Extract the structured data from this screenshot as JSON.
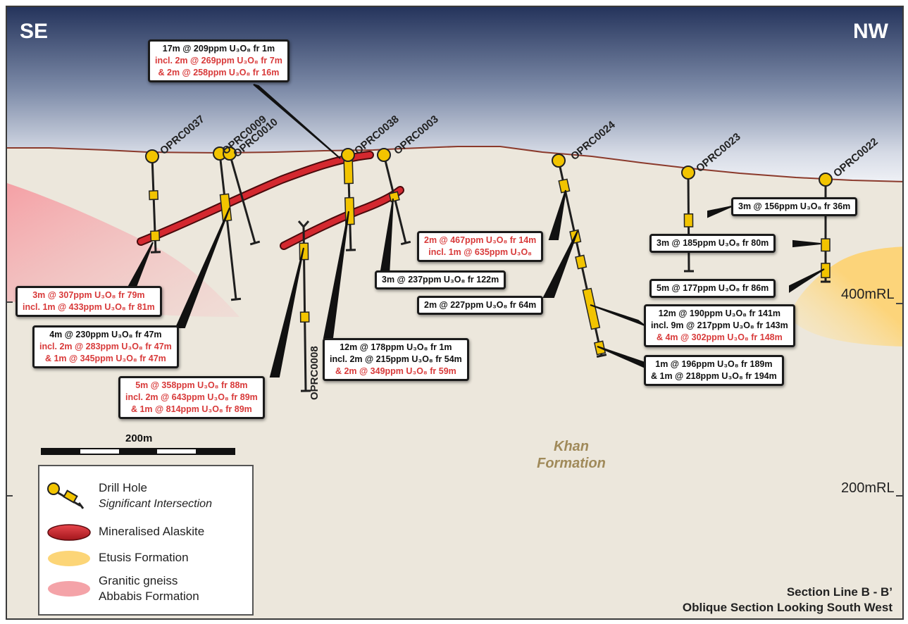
{
  "orientation": {
    "left": "SE",
    "right": "NW"
  },
  "levels": {
    "upper": "400mRL",
    "lower": "200mRL"
  },
  "formation_label": [
    "Khan",
    "Formation"
  ],
  "drill_holes": [
    "OPRC0037",
    "OPRC0009",
    "OPRC0010",
    "OPRC0038",
    "OPRC0003",
    "OPRC0008",
    "OPRC0024",
    "OPRC0023",
    "OPRC0022"
  ],
  "intersections": [
    {
      "lines": [
        {
          "t": "17m @ 209ppm U₃O₈ fr 1m",
          "c": "black"
        },
        {
          "t": "incl. 2m @ 269ppm U₃O₈ fr 7m",
          "c": "red"
        },
        {
          "t": "& 2m @ 258ppm U₃O₈ fr 16m",
          "c": "red"
        }
      ]
    },
    {
      "lines": [
        {
          "t": "3m @ 307ppm U₃O₈ fr 79m",
          "c": "red"
        },
        {
          "t": "incl. 1m @ 433ppm U₃O₈ fr 81m",
          "c": "red"
        }
      ]
    },
    {
      "lines": [
        {
          "t": "4m @ 230ppm U₃O₈ fr 47m",
          "c": "black"
        },
        {
          "t": "incl. 2m @ 283ppm U₃O₈ fr 47m",
          "c": "red"
        },
        {
          "t": "& 1m @ 345ppm U₃O₈ fr 47m",
          "c": "red"
        }
      ]
    },
    {
      "lines": [
        {
          "t": "5m @ 358ppm U₃O₈ fr 88m",
          "c": "red"
        },
        {
          "t": "incl. 2m @ 643ppm U₃O₈ fr 89m",
          "c": "red"
        },
        {
          "t": "& 1m @ 814ppm U₃O₈ fr 89m",
          "c": "red"
        }
      ]
    },
    {
      "lines": [
        {
          "t": "12m @ 178ppm U₃O₈ fr 1m",
          "c": "black"
        },
        {
          "t": "incl. 2m @ 215ppm U₃O₈ fr 54m",
          "c": "black"
        },
        {
          "t": "& 2m @ 349ppm U₃O₈ fr 59m",
          "c": "red"
        }
      ]
    },
    {
      "lines": [
        {
          "t": "2m @ 467ppm U₃O₈ fr 14m",
          "c": "red"
        },
        {
          "t": "incl. 1m @ 635ppm U₃O₈",
          "c": "red"
        }
      ]
    },
    {
      "lines": [
        {
          "t": "3m @ 237ppm U₃O₈ fr 122m",
          "c": "black"
        }
      ]
    },
    {
      "lines": [
        {
          "t": "2m @ 227ppm U₃O₈ fr 64m",
          "c": "black"
        }
      ]
    },
    {
      "lines": [
        {
          "t": "3m @ 156ppm U₃O₈ fr 36m",
          "c": "black"
        }
      ]
    },
    {
      "lines": [
        {
          "t": "3m @ 185ppm U₃O₈ fr 80m",
          "c": "black"
        }
      ]
    },
    {
      "lines": [
        {
          "t": "5m @ 177ppm U₃O₈ fr 86m",
          "c": "black"
        }
      ]
    },
    {
      "lines": [
        {
          "t": "12m @ 190ppm U₃O₈ fr 141m",
          "c": "black"
        },
        {
          "t": "incl. 9m @ 217ppm U₃O₈ fr 143m",
          "c": "black"
        },
        {
          "t": "& 4m @ 302ppm U₃O₈ fr 148m",
          "c": "red"
        }
      ]
    },
    {
      "lines": [
        {
          "t": "1m @ 196ppm U₃O₈ fr 189m",
          "c": "black"
        },
        {
          "t": "& 1m @ 218ppm U₃O₈ fr 194m",
          "c": "black"
        }
      ]
    }
  ],
  "scale": {
    "label": "200m"
  },
  "legend": {
    "drill_hole": "Drill Hole",
    "significant_intersection": "Significant Intersection",
    "alaskite": "Mineralised Alaskite",
    "etusis": "Etusis Formation",
    "gneiss_1": "Granitic gneiss",
    "gneiss_2": "Abbabis Formation"
  },
  "title": {
    "line1": "Section Line B - B’",
    "line2": "Oblique Section Looking South West"
  },
  "colors": {
    "sky_top": "#2a3a62",
    "sky_bottom": "#ffffff",
    "ground": "#ece7dc",
    "alaskite": "#c9232a",
    "etusis": "#fcd577",
    "gneiss": "#f4a3a8",
    "intersection": "#f2c400",
    "topo_line": "#8b3a2c"
  }
}
